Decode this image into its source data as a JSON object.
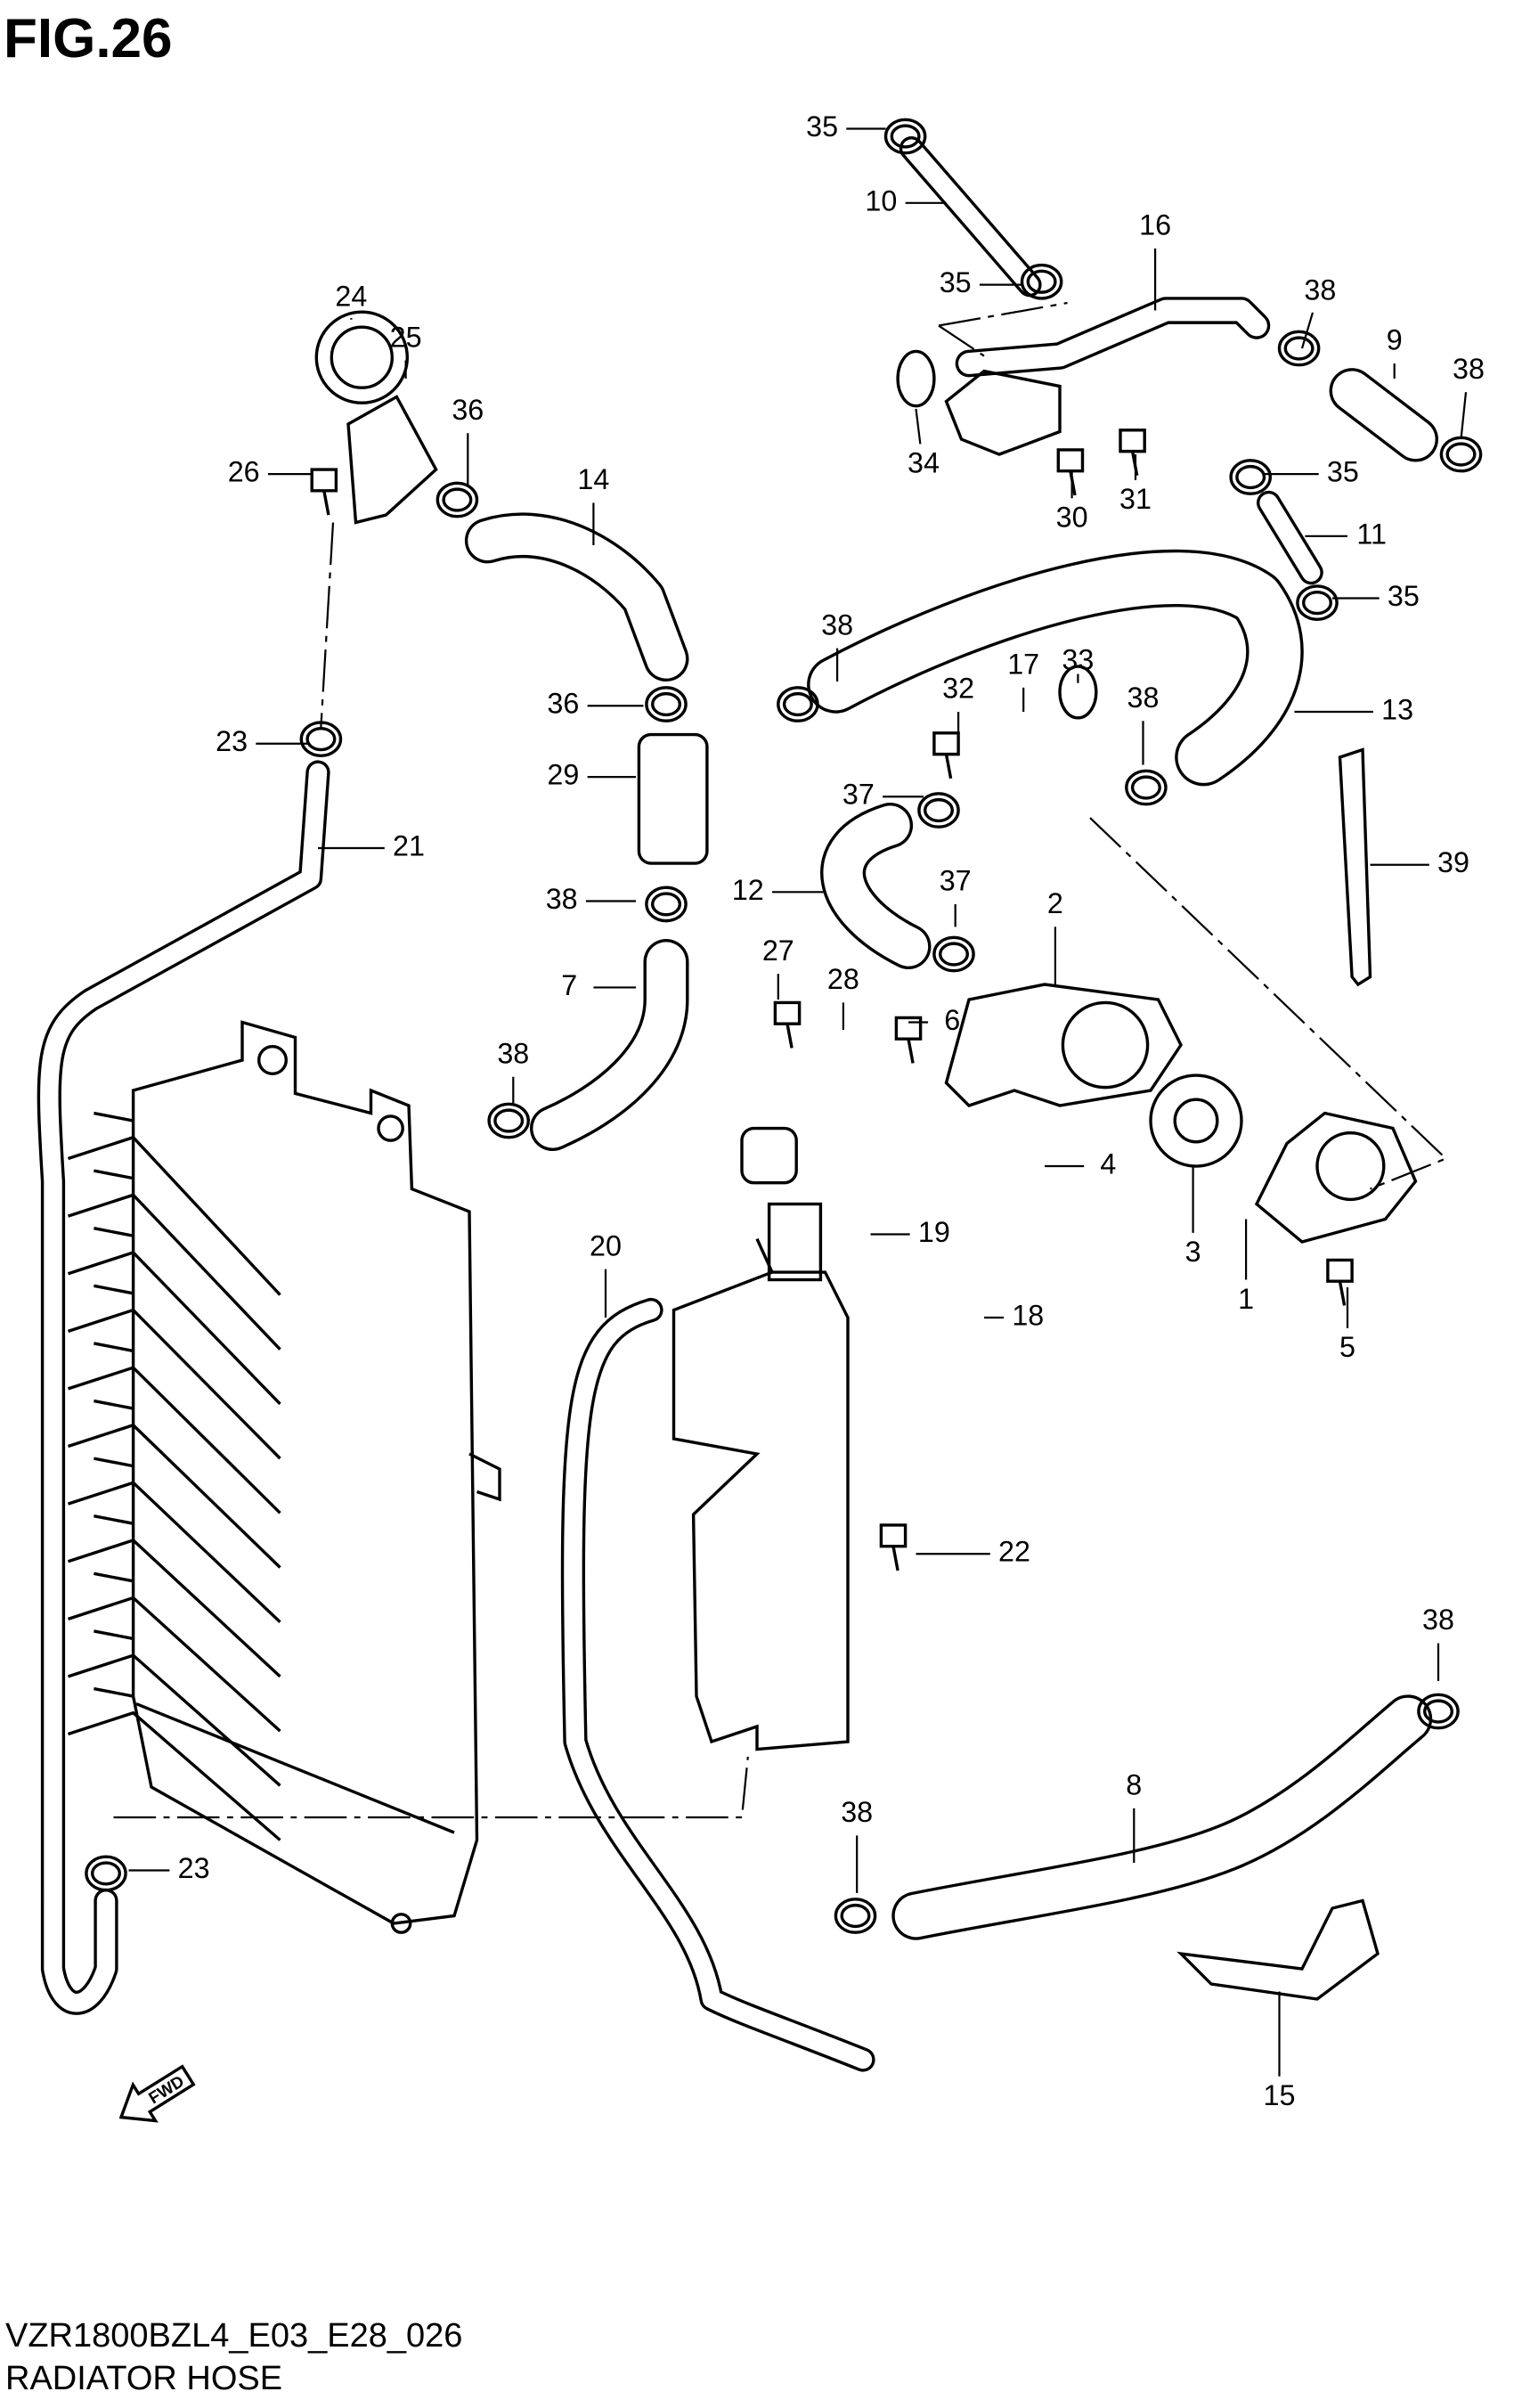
{
  "figure": {
    "title": "FIG.26",
    "code": "VZR1800BZL4_E03_E28_026",
    "caption": "RADIATOR HOSE",
    "fwd_label": "FWD"
  },
  "callouts": [
    "35",
    "10",
    "35",
    "16",
    "38",
    "9",
    "38",
    "34",
    "30",
    "31",
    "35",
    "11",
    "35",
    "24",
    "25",
    "36",
    "26",
    "14",
    "38",
    "17",
    "33",
    "32",
    "13",
    "38",
    "36",
    "29",
    "23",
    "21",
    "37",
    "12",
    "37",
    "2",
    "39",
    "38",
    "27",
    "28",
    "7",
    "6",
    "38",
    "4",
    "3",
    "1",
    "5",
    "19",
    "18",
    "20",
    "22",
    "38",
    "8",
    "38",
    "23",
    "15"
  ]
}
